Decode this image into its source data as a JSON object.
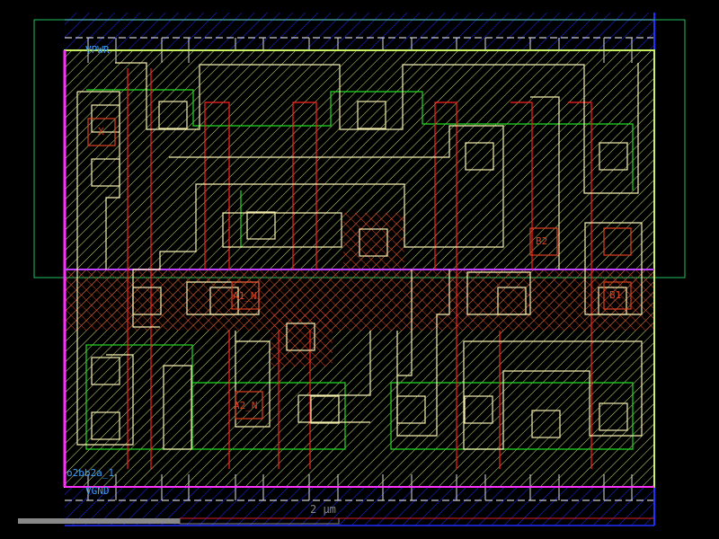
{
  "viewer": {
    "cell_name": "o2bb2a_1",
    "scale_bar": "2 µm",
    "zoom_level_fraction": 0.23
  },
  "pins": {
    "vpwr": "VPWR",
    "vgnd": "VGND",
    "x": "X",
    "a1_n": "A1_N",
    "a2_n": "A2_N",
    "b1": "B1",
    "b2": "B2"
  },
  "colors": {
    "background": "#000000",
    "local_interconnect": "#d7f07a",
    "outline": "#f5f0b0",
    "poly": "#ff2020",
    "diffusion_outline": "#22dd22",
    "nwell": "#2030ff",
    "boundary": "#ff30ff",
    "label": "#3aa0ff",
    "scale": "#888888"
  }
}
